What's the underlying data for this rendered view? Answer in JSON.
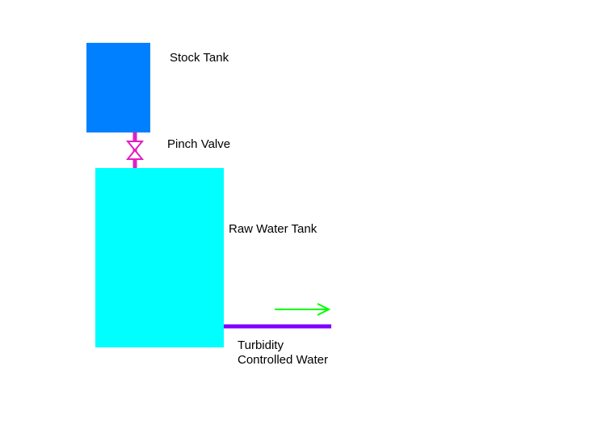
{
  "labels": {
    "stock_tank": "Stock Tank",
    "pinch_valve": "Pinch Valve",
    "raw_water_tank": "Raw Water Tank",
    "outlet": "Turbidity\nControlled Water"
  },
  "colors": {
    "stock_tank": "#0080ff",
    "raw_water_tank": "#00ffff",
    "valve": "#e020c0",
    "outlet_pipe": "#8000ff",
    "flow_arrow": "#00ff00"
  }
}
